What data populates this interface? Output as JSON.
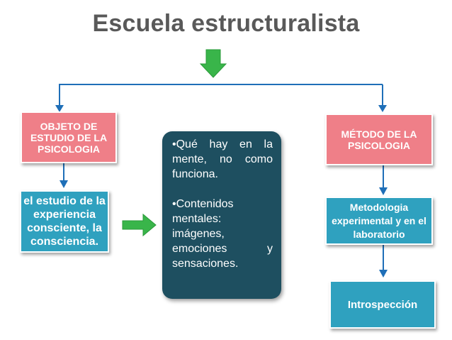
{
  "title": "Escuela estructuralista",
  "left": {
    "header": "OBJETO DE ESTUDIO DE LA PSICOLOGIA",
    "content": "el estudio de la experiencia consciente, la consciencia."
  },
  "center": {
    "line1": "•Qué hay en la mente, no como funciona.",
    "line2": "•Contenidos mentales: imágenes, emociones y sensaciones."
  },
  "right": {
    "header": "MÉTODO DE LA PSICOLOGIA",
    "content": "Metodologia experimental y en el laboratorio",
    "bottom": "Introspección"
  },
  "colors": {
    "pink": "#ef7f88",
    "teal": "#2fa1bf",
    "dark_teal": "#1e4f60",
    "connector_blue": "#1f6fb8",
    "arrow_green": "#39b54a",
    "title_gray": "#595959"
  }
}
